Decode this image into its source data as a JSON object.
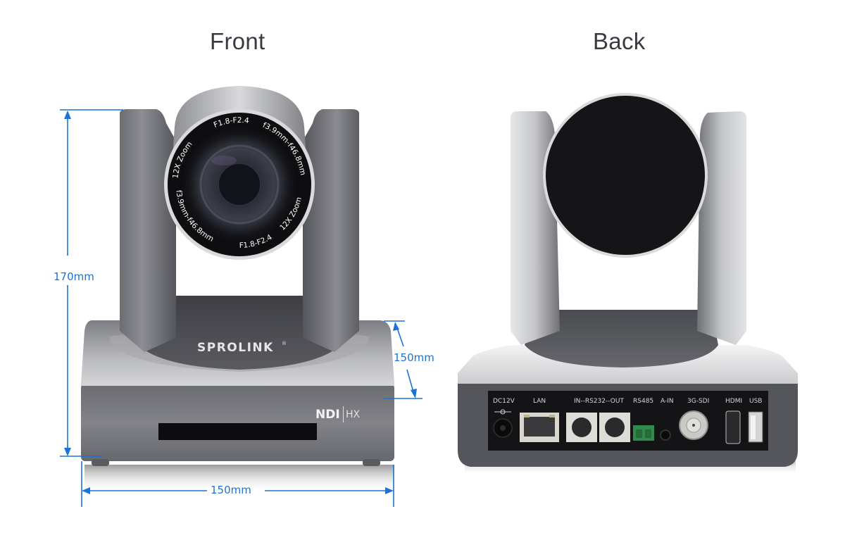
{
  "titles": {
    "front": "Front",
    "back": "Back"
  },
  "dimensions": {
    "height": "170mm",
    "depth": "150mm",
    "width": "150mm"
  },
  "front_camera": {
    "brand": "SPROLINK",
    "registered_mark": "®",
    "ndi_logo_left": "NDI",
    "ndi_logo_right": "HX",
    "lens_text_top_left": "12X Zoom",
    "lens_text_top": "F1.8-F2.4",
    "lens_text_top_right": "f3.9mm-f46.8mm",
    "lens_text_bottom_left": "f3.9mm-f46.8mm",
    "lens_text_bottom": "F1.8-F2.4",
    "lens_text_bottom_right": "12X Zoom"
  },
  "back_camera": {
    "ports": [
      {
        "label": "DC12V",
        "type": "dc-power"
      },
      {
        "label": "LAN",
        "type": "rj45"
      },
      {
        "label": "IN--RS232--OUT",
        "type": "mini-din-pair"
      },
      {
        "label": "RS485",
        "type": "terminal-block"
      },
      {
        "label": "A-IN",
        "type": "audio-jack"
      },
      {
        "label": "3G-SDI",
        "type": "bnc"
      },
      {
        "label": "HDMI",
        "type": "hdmi"
      },
      {
        "label": "USB",
        "type": "usb-a"
      }
    ]
  },
  "colors": {
    "dimension_blue": "#1a73d6",
    "title_text": "#3a3b42",
    "body_dark_gray": "#5c5d62",
    "body_light_silver": "#d9dadc"
  }
}
